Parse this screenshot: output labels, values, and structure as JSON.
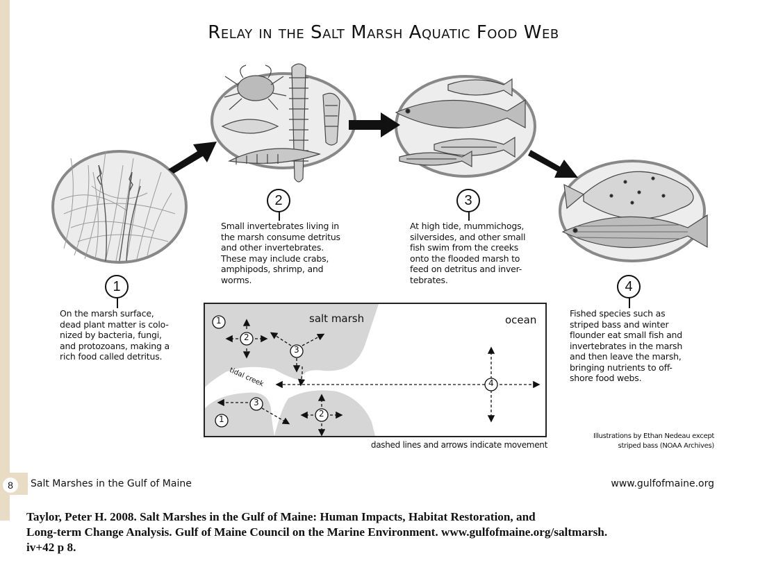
{
  "title": "Relay in the Salt Marsh Aquatic Food Web",
  "stages": [
    {
      "number": "1",
      "lines": [
        "On the marsh surface,",
        "dead plant matter is colo-",
        "nized by bacteria, fungi,",
        "and protozoans, making a",
        "rich food called detritus."
      ]
    },
    {
      "number": "2",
      "lines": [
        "Small invertebrates living in",
        "the marsh consume detritus",
        "and other invertebrates.",
        "These may include crabs,",
        "amphipods, shrimp, and",
        "worms."
      ]
    },
    {
      "number": "3",
      "lines": [
        "At high tide, mummichogs,",
        "silversides, and other small",
        "fish swim from the creeks",
        "onto the flooded marsh to",
        "feed on detritus and inver-",
        "tebrates."
      ]
    },
    {
      "number": "4",
      "lines": [
        "Fished species such as",
        "striped bass and winter",
        "flounder eat small fish and",
        "invertebrates in the marsh",
        "and then leave the marsh,",
        "bringing nutrients to off-",
        "shore food webs."
      ]
    }
  ],
  "map": {
    "salt_marsh_label": "salt marsh",
    "ocean_label": "ocean",
    "creek_label": "tidal creek",
    "markers": [
      "1",
      "2",
      "3",
      "1",
      "3",
      "2",
      "4"
    ],
    "note": "dashed lines and arrows indicate movement"
  },
  "credit": [
    "Illustrations by Ethan Nedeau except",
    "striped bass (NOAA Archives)"
  ],
  "footer": {
    "page_number": "8",
    "publication": "Salt Marshes in the Gulf of Maine",
    "url": "www.gulfofmaine.org"
  },
  "citation": [
    "Taylor, Peter H. 2008. Salt Marshes in the Gulf of Maine: Human Impacts, Habitat Restoration, and",
    "Long-term Change Analysis. Gulf of Maine Council on the Marine Environment. www.gulfofmaine.org/saltmarsh.",
    "iv+42 p 8."
  ],
  "icons": {
    "plants": "marsh-grass-illustration",
    "invertebrates": "crab-shrimp-worm-illustration",
    "fish": "small-fish-illustration",
    "predators": "flounder-bass-illustration",
    "flow_arrow": "black-arrow"
  }
}
